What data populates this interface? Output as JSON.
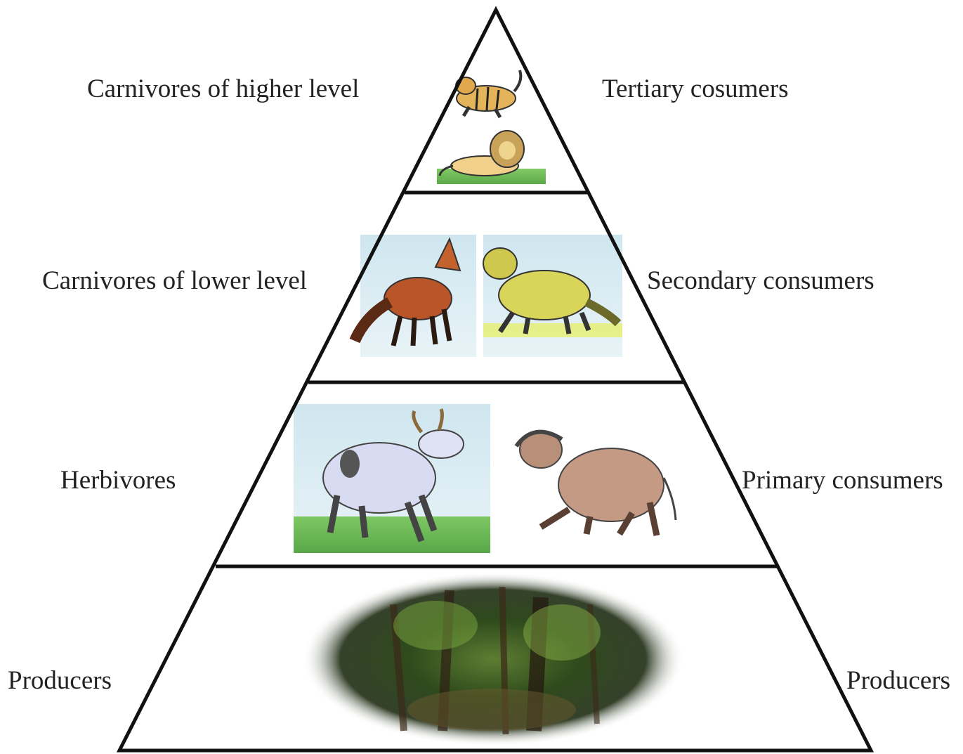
{
  "levels": [
    {
      "left_label": "Carnivores of higher level",
      "right_label": "Tertiary cosumers",
      "organisms": [
        "tiger-image",
        "lion-image"
      ]
    },
    {
      "left_label": "Carnivores of lower level",
      "right_label": "Secondary consumers",
      "organisms": [
        "fox-image",
        "wolf-image"
      ]
    },
    {
      "left_label": "Herbivores",
      "right_label": "Primary consumers",
      "organisms": [
        "cow-image",
        "buffalo-image"
      ]
    },
    {
      "left_label": "Producers",
      "right_label": "Producers",
      "organisms": [
        "forest-image"
      ]
    }
  ],
  "colors": {
    "outline": "#111111",
    "text": "#222222",
    "background": "#ffffff"
  }
}
